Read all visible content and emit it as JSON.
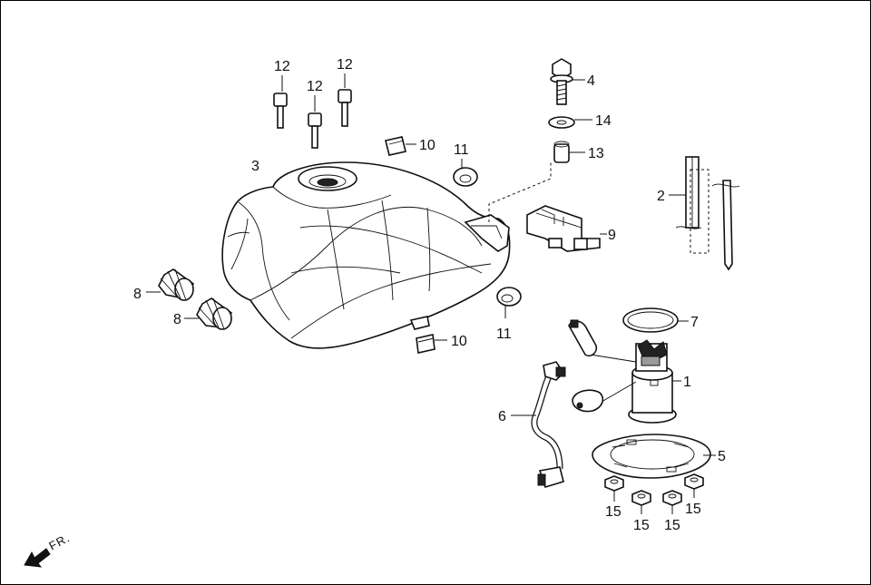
{
  "callouts": {
    "c1": "1",
    "c2": "2",
    "c3": "3",
    "c4": "4",
    "c5": "5",
    "c6": "6",
    "c7": "7",
    "c8a": "8",
    "c8b": "8",
    "c9": "9",
    "c10a": "10",
    "c10b": "10",
    "c11a": "11",
    "c11b": "11",
    "c12a": "12",
    "c12b": "12",
    "c12c": "12",
    "c13": "13",
    "c14": "14",
    "c15a": "15",
    "c15b": "15",
    "c15c": "15",
    "c15d": "15"
  },
  "direction": {
    "label": "FR.",
    "icon": "front-direction-arrow-icon"
  }
}
